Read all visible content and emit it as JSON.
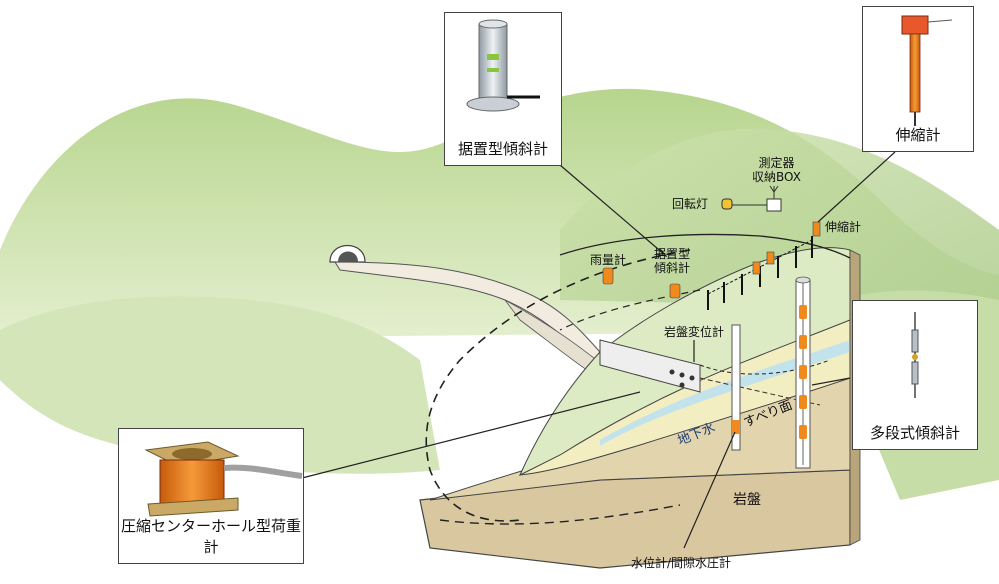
{
  "callouts": {
    "tiltmeter": "据置型傾斜計",
    "extensometer": "伸縮計",
    "multi_tilt": "多段式傾斜計",
    "load_cell": "圧縮センターホール型荷重計"
  },
  "labels": {
    "box_line1": "測定器",
    "box_line2": "収納BOX",
    "rotating_light": "回転灯",
    "extensometer": "伸縮計",
    "rain_gauge": "雨量計",
    "tilt_line1": "据置型",
    "tilt_line2": "傾斜計",
    "rock_disp": "岩盤変位計",
    "groundwater": "地下水",
    "slip_surface": "すべり面",
    "bedrock": "岩盤",
    "water_level": "水位計/間隙水圧計"
  },
  "colors": {
    "hills": "#c9dfa6",
    "hills_dark": "#a8c97f",
    "soil": "#efe8b8",
    "bedrock": "#d9c9a2",
    "water": "#bfe3ee",
    "sensor_orange": "#f08a1c"
  }
}
